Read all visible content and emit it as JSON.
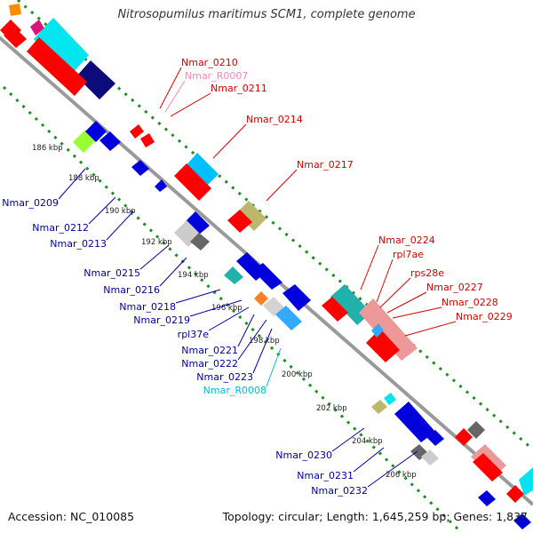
{
  "title": "Nitrosopumilus maritimus SCM1, complete genome",
  "footer": {
    "accession": "Accession: NC_010085",
    "topology": "Topology: circular; Length: 1,645,259 bp; Genes: 1,837"
  },
  "colors": {
    "backbone": "#9a9a9a",
    "tick_dots": "#228b22",
    "kbp_label": "#222222",
    "red_label": "#d40000",
    "blue_label": "#0000a0",
    "pink_label": "#ee88bb",
    "cyan_label": "#00bcd4"
  },
  "kbp_labels": [
    "186 kbp",
    "188 kbp",
    "190 kbp",
    "192 kbp",
    "194 kbp",
    "196 kbp",
    "198 kbp",
    "200 kbp",
    "202 kbp",
    "204 kbp",
    "206 kbp"
  ],
  "gene_labels": [
    {
      "text": "Nmar_0210",
      "color": "red"
    },
    {
      "text": "Nmar_R0007",
      "color": "pink"
    },
    {
      "text": "Nmar_0211",
      "color": "red"
    },
    {
      "text": "Nmar_0214",
      "color": "red"
    },
    {
      "text": "Nmar_0217",
      "color": "red"
    },
    {
      "text": "Nmar_0224",
      "color": "red"
    },
    {
      "text": "rpl7ae",
      "color": "red"
    },
    {
      "text": "rps28e",
      "color": "red"
    },
    {
      "text": "Nmar_0227",
      "color": "red"
    },
    {
      "text": "Nmar_0228",
      "color": "red"
    },
    {
      "text": "Nmar_0229",
      "color": "red"
    },
    {
      "text": "Nmar_0209",
      "color": "blue"
    },
    {
      "text": "Nmar_0212",
      "color": "blue"
    },
    {
      "text": "Nmar_0213",
      "color": "blue"
    },
    {
      "text": "Nmar_0215",
      "color": "blue"
    },
    {
      "text": "Nmar_0216",
      "color": "blue"
    },
    {
      "text": "Nmar_0218",
      "color": "blue"
    },
    {
      "text": "Nmar_0219",
      "color": "blue"
    },
    {
      "text": "rpl37e",
      "color": "blue"
    },
    {
      "text": "Nmar_0221",
      "color": "blue"
    },
    {
      "text": "Nmar_0222",
      "color": "blue"
    },
    {
      "text": "Nmar_0223",
      "color": "blue"
    },
    {
      "text": "Nmar_R0008",
      "color": "cyan"
    },
    {
      "text": "Nmar_0230",
      "color": "blue"
    },
    {
      "text": "Nmar_0231",
      "color": "blue"
    },
    {
      "text": "Nmar_0232",
      "color": "blue"
    }
  ]
}
